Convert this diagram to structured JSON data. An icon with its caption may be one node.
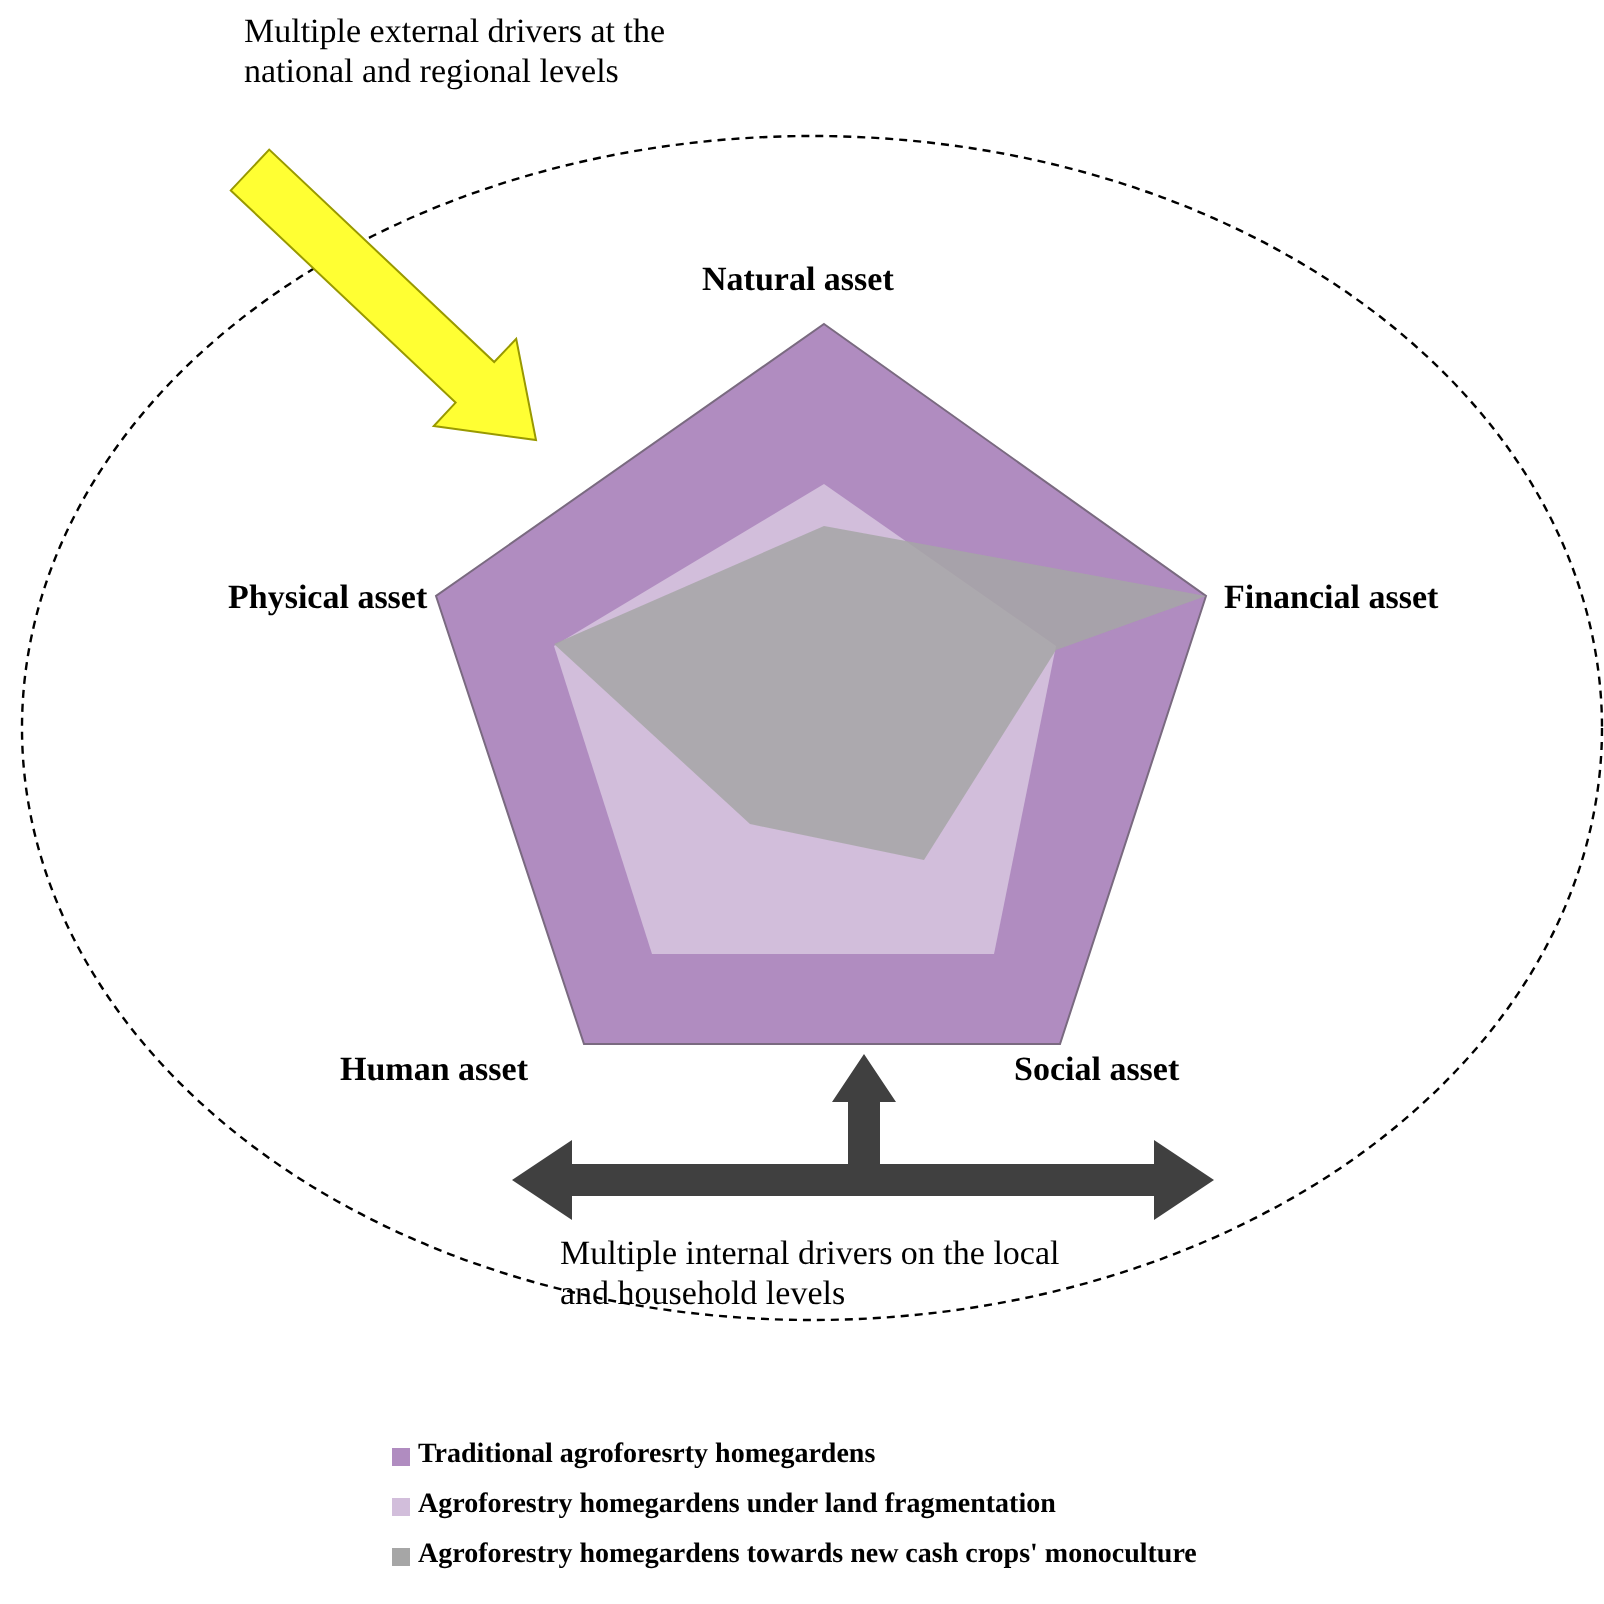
{
  "diagram": {
    "labels": [
      "Multiple external drivers at the national and regional levels",
      "Natural asset",
      "Physical asset",
      "Financial asset",
      "Human asset",
      "Social asset",
      "Multiple internal drivers on the local and household levels"
    ],
    "legend": [
      {
        "text": "Traditional agroforesrty homegardens",
        "color": "#b08cc0"
      },
      {
        "text": "Agroforestry homegardens under land fragmentation",
        "color": "#d2bedb"
      },
      {
        "text": "Agroforestry homegardens towards new cash crops' monoculture",
        "color": "#a6a6a6"
      }
    ]
  }
}
